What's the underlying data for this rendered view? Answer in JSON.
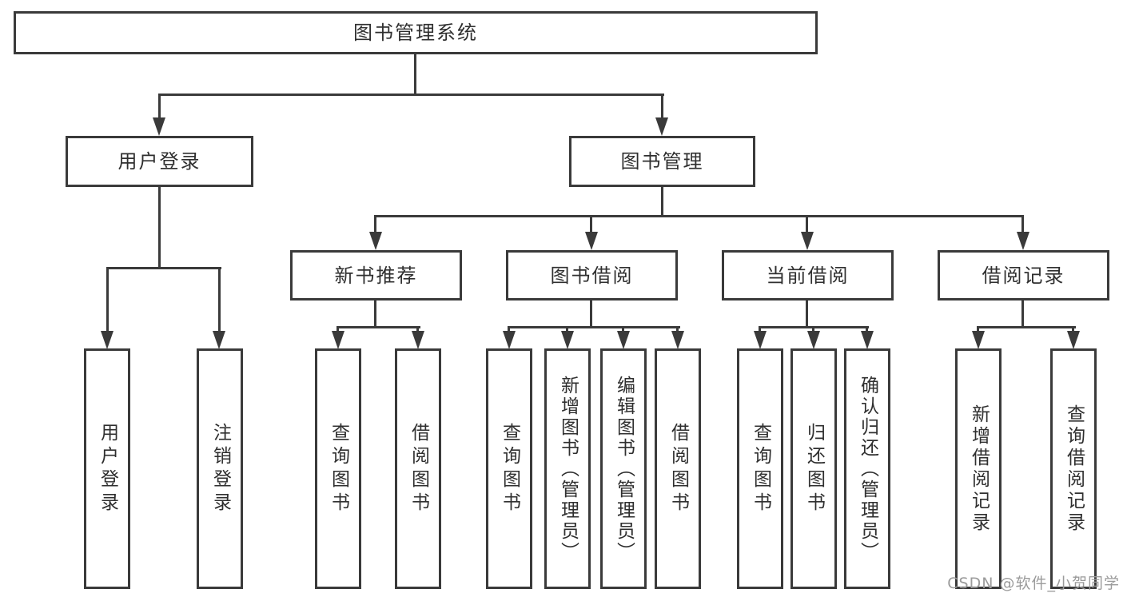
{
  "diagram": {
    "root": {
      "label": "图书管理系统"
    },
    "level2": [
      {
        "label": "用户登录"
      },
      {
        "label": "图书管理"
      }
    ],
    "level3": [
      {
        "label": "新书推荐"
      },
      {
        "label": "图书借阅"
      },
      {
        "label": "当前借阅"
      },
      {
        "label": "借阅记录"
      }
    ],
    "leaves": {
      "login": [
        {
          "label": "用户登录"
        },
        {
          "label": "注销登录"
        }
      ],
      "recommend": [
        {
          "label": "查询图书"
        },
        {
          "label": "借阅图书"
        }
      ],
      "borrow": [
        {
          "label": "查询图书"
        },
        {
          "label": "新增图书（管理员）"
        },
        {
          "label": "编辑图书（管理员）"
        },
        {
          "label": "借阅图书"
        }
      ],
      "current": [
        {
          "label": "查询图书"
        },
        {
          "label": "归还图书"
        },
        {
          "label": "确认归还（管理员）"
        }
      ],
      "records": [
        {
          "label": "新增借阅记录"
        },
        {
          "label": "查询借阅记录"
        }
      ]
    },
    "colors": {
      "line": "#3a3a3a",
      "text": "#2f2f2f",
      "watermark": "#9b9b9b",
      "background": "#ffffff"
    }
  },
  "watermark": {
    "text": "CSDN @软件_小贺同学"
  }
}
